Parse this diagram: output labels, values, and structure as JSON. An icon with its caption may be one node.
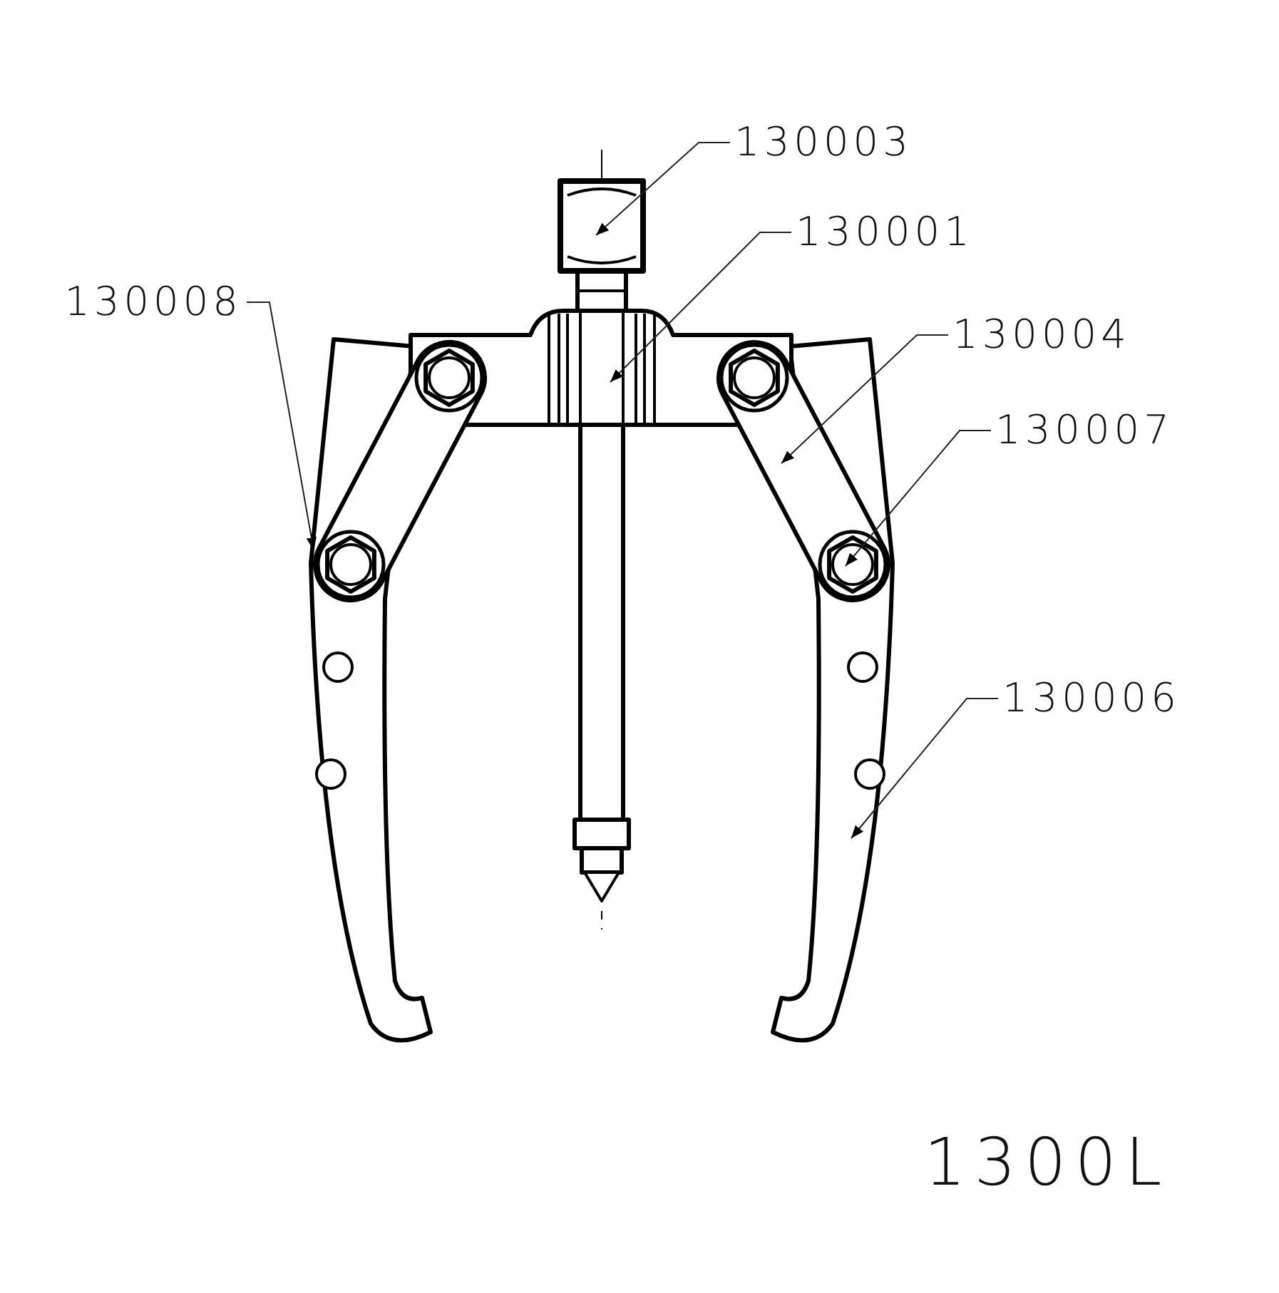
{
  "diagram": {
    "nodes": [
      {
        "text": [
          "130003"
        ]
      },
      {
        "text": [
          "130001"
        ]
      },
      {
        "text": [
          "130008"
        ]
      },
      {
        "text": [
          "130004"
        ]
      },
      {
        "text": [
          "130007"
        ]
      },
      {
        "text": [
          "130006"
        ]
      },
      {
        "text": [],
        "shape": "picture"
      },
      {
        "text": [],
        "shape": "picture"
      },
      {
        "text": [],
        "shape": "picture"
      },
      {
        "text": [],
        "shape": "picture"
      },
      {
        "text": [],
        "shape": "picture"
      },
      {
        "text": [],
        "shape": "picture"
      },
      {
        "text": [],
        "shape": "picture"
      },
      {
        "text": [],
        "shape": "picture"
      }
    ],
    "edges": [
      {
        "from": 0,
        "to": 6,
        "arrow": "to"
      },
      {
        "from": 1,
        "to": 7,
        "arrow": "to"
      },
      {
        "from": 2,
        "to": 11,
        "arrow": "to"
      },
      {
        "from": 3,
        "to": 8,
        "arrow": "to"
      },
      {
        "from": 4,
        "to": 9,
        "arrow": "to"
      },
      {
        "from": 5,
        "to": 10,
        "arrow": "to"
      }
    ],
    "labels": [
      "1300L"
    ]
  }
}
